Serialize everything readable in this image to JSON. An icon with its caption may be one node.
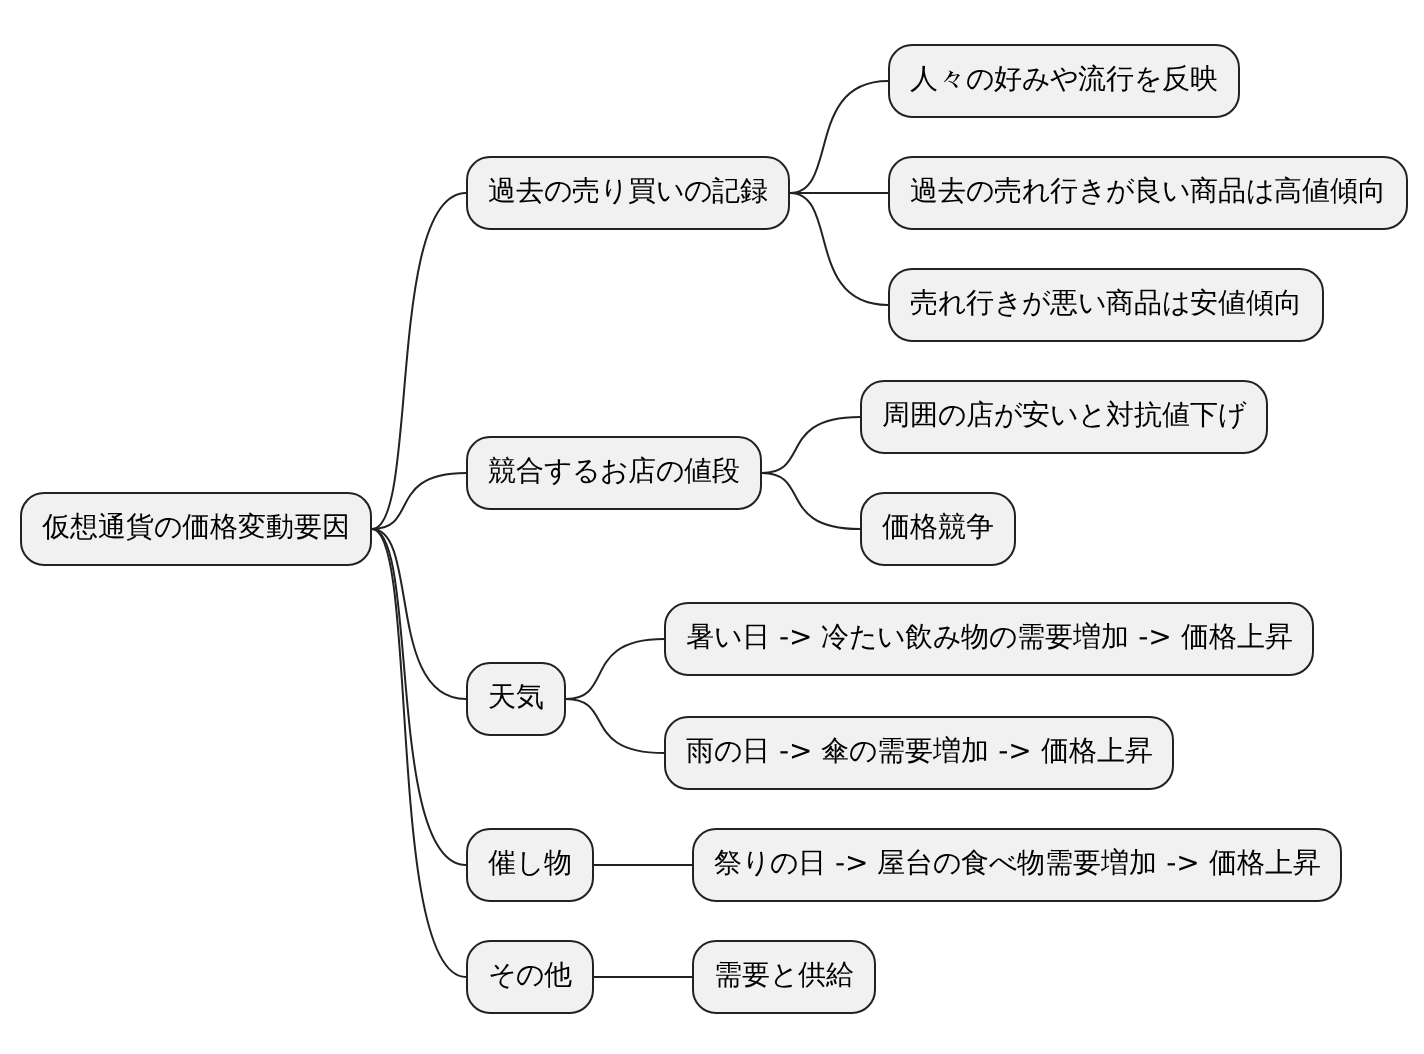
{
  "diagram": {
    "nodes": [
      {
        "text": [
          "仮想通貨の価格変動要因"
        ]
      },
      {
        "text": [
          "過去の売り買いの記録"
        ]
      },
      {
        "text": [
          "人々の好みや流行を反映"
        ]
      },
      {
        "text": [
          "過去の売れ行きが良い商品は高値傾向"
        ]
      },
      {
        "text": [
          "売れ行きが悪い商品は安値傾向"
        ]
      },
      {
        "text": [
          "競合するお店の値段"
        ]
      },
      {
        "text": [
          "周囲の店が安いと対抗値下げ"
        ]
      },
      {
        "text": [
          "価格競争"
        ]
      },
      {
        "text": [
          "天気"
        ]
      },
      {
        "text": [
          "暑い日 -> 冷たい飲み物の需要増加 -> 価格上昇"
        ]
      },
      {
        "text": [
          "雨の日 -> 傘の需要増加 -> 価格上昇"
        ]
      },
      {
        "text": [
          "催し物"
        ]
      },
      {
        "text": [
          "祭りの日 -> 屋台の食べ物需要増加 -> 価格上昇"
        ]
      },
      {
        "text": [
          "その他"
        ]
      },
      {
        "text": [
          "需要と供給"
        ]
      }
    ],
    "edges": [
      {
        "from": 0,
        "to": 1,
        "arrow": "none"
      },
      {
        "from": 1,
        "to": 2,
        "arrow": "none"
      },
      {
        "from": 1,
        "to": 3,
        "arrow": "none"
      },
      {
        "from": 1,
        "to": 4,
        "arrow": "none"
      },
      {
        "from": 0,
        "to": 5,
        "arrow": "none"
      },
      {
        "from": 5,
        "to": 6,
        "arrow": "none"
      },
      {
        "from": 5,
        "to": 7,
        "arrow": "none"
      },
      {
        "from": 0,
        "to": 8,
        "arrow": "none"
      },
      {
        "from": 8,
        "to": 9,
        "arrow": "none"
      },
      {
        "from": 8,
        "to": 10,
        "arrow": "none"
      },
      {
        "from": 0,
        "to": 11,
        "arrow": "none"
      },
      {
        "from": 11,
        "to": 12,
        "arrow": "none"
      },
      {
        "from": 0,
        "to": 13,
        "arrow": "none"
      },
      {
        "from": 13,
        "to": 14,
        "arrow": "none"
      }
    ]
  }
}
